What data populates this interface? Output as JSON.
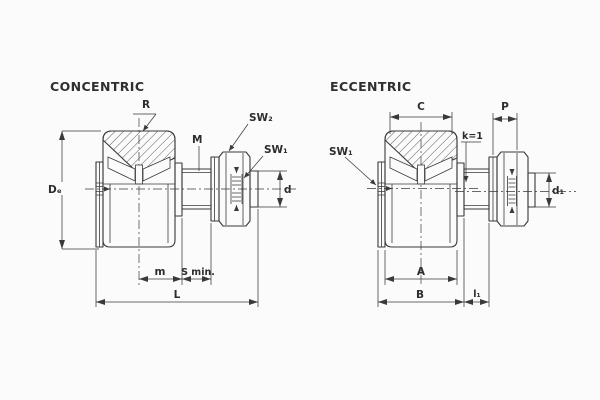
{
  "page": {
    "background_color": "#fbfbfb",
    "line_color": "#3a3a3a",
    "text_color": "#2d2d2d"
  },
  "concentric": {
    "title": "CONCENTRIC",
    "labels": {
      "crown_radius": "R",
      "thread_size": "M",
      "nut_wrench_size": "SW₂",
      "end_wrench_size": "SW₁",
      "roller_outer_diameter": "Dₑ",
      "stud_diameter": "d",
      "center_to_thread": "m",
      "min_thread_length": "S min.",
      "overall_length": "L"
    }
  },
  "eccentric": {
    "title": "ECCENTRIC",
    "labels": {
      "outer_ring_width": "C",
      "protrusion_length": "P",
      "eccentricity": "k=1",
      "collar_wrench_size": "SW₁",
      "stud_diameter": "d₁",
      "head_width": "A",
      "overall_width": "B",
      "thread_length": "l₁"
    }
  }
}
